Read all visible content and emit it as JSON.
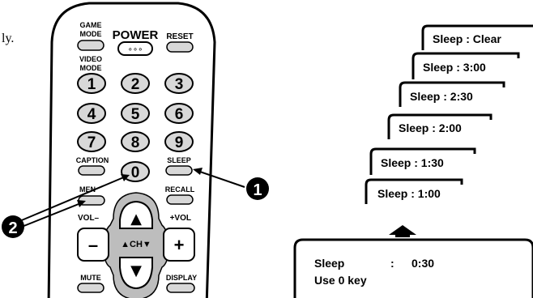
{
  "margin_text": "ly.",
  "remote": {
    "game_mode": [
      "GAME",
      "MODE"
    ],
    "power": "POWER",
    "power_dots": "∘∘∘",
    "reset": "RESET",
    "video_mode": [
      "VIDEO",
      "MODE"
    ],
    "digits": [
      "1",
      "2",
      "3",
      "4",
      "5",
      "6",
      "7",
      "8",
      "9"
    ],
    "caption": "CAPTION",
    "zero": "0",
    "sleep": "SLEEP",
    "menu": "MEN",
    "recall": "RECALL",
    "vol_minus_label": "VOL–",
    "vol_plus_label": "+VOL",
    "minus": "–",
    "plus": "+",
    "up_arrow": "▲",
    "down_arrow": "▼",
    "ch_label": "▲CH▼",
    "mute": "MUTE",
    "display": "DISPLAY"
  },
  "callouts": {
    "one": "1",
    "two": "2"
  },
  "sleep_screens": [
    "Sleep  : Clear",
    "Sleep  : 3:00",
    "Sleep  : 2:30",
    "Sleep  : 2:00",
    "Sleep  : 1:30",
    "Sleep  : 1:00"
  ],
  "info_box": {
    "line1_label": "Sleep",
    "line1_sep": ":",
    "line1_value": "0:30",
    "line2": "Use 0 key"
  }
}
